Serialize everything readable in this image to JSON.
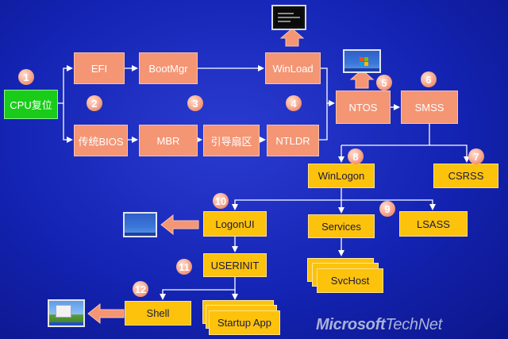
{
  "boxes": {
    "cpu_reset": "CPU复位",
    "efi": "EFI",
    "bootmgr": "BootMgr",
    "winload": "WinLoad",
    "legacy_bios": "传统BIOS",
    "mbr": "MBR",
    "boot_sector": "引导扇区",
    "ntldr": "NTLDR",
    "ntos": "NTOS",
    "smss": "SMSS",
    "winlogon": "WinLogon",
    "csrss": "CSRSS",
    "logonui": "LogonUI",
    "services": "Services",
    "lsass": "LSASS",
    "userinit": "USERINIT",
    "svchost": "SvcHost",
    "shell": "Shell",
    "startup_app": "Startup App"
  },
  "steps": [
    "1",
    "2",
    "3",
    "4",
    "5",
    "6",
    "7",
    "8",
    "9",
    "10",
    "11",
    "12"
  ],
  "colors": {
    "background": "#1424b4",
    "stage_box": "#f49574",
    "process_box": "#fcc20c",
    "start_box": "#19cc19",
    "arrow": "#f49574",
    "wire": "#ffffff"
  },
  "icons": [
    "console-screen-icon",
    "windows-xp-screen-icon",
    "logon-screen-icon",
    "desktop-screen-icon"
  ],
  "brand": {
    "name": "Microsoft",
    "suffix": "TechNet"
  }
}
